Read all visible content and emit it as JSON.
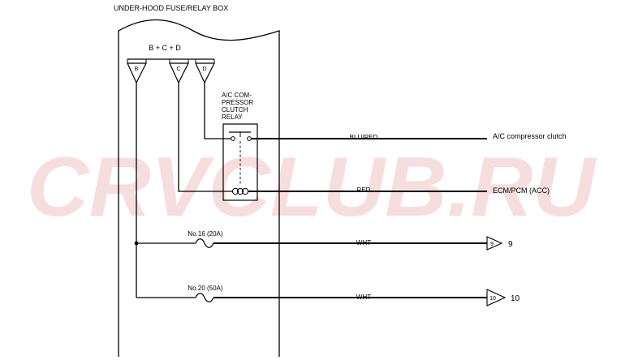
{
  "watermark": "CRVCLUB.RU",
  "box_title": "UNDER-HOOD FUSE/RELAY BOX",
  "bus_label": "B + C + D",
  "terminals": [
    "B",
    "C",
    "D"
  ],
  "relay_label": [
    "A/C COM-",
    "PRESSOR",
    "CLUTCH",
    "RELAY"
  ],
  "wires": [
    {
      "color": "BLU/RED",
      "destination": "A/C compressor clutch"
    },
    {
      "color": "RED",
      "destination": "ECM/PCM (ACC)"
    }
  ],
  "fuses": [
    {
      "label": "No.16 (20A)",
      "wire_color": "WHT",
      "connector": "9",
      "circuit": "9"
    },
    {
      "label": "No.20 (50A)",
      "wire_color": "WHT",
      "connector": "10",
      "circuit": "10"
    }
  ]
}
